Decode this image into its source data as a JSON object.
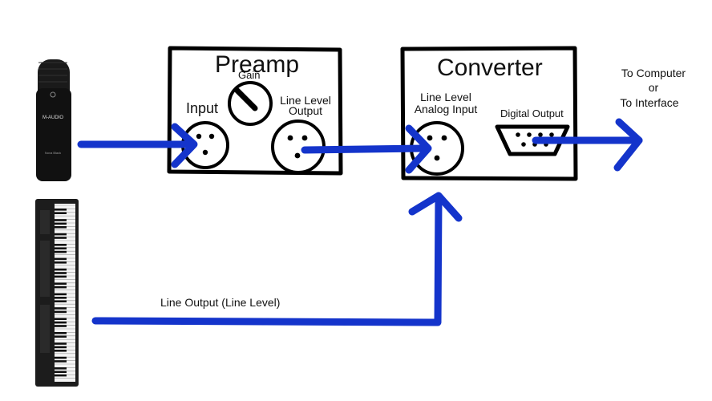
{
  "colors": {
    "arrow": "#1434cb",
    "ink": "#111111",
    "background": "#ffffff"
  },
  "devices": {
    "microphone": {
      "name": "microphone-icon",
      "brand": "M-AUDIO",
      "model": "Nova Black"
    },
    "keyboard": {
      "name": "midi-keyboard-icon"
    }
  },
  "preamp": {
    "title": "Preamp",
    "gain_label": "Gain",
    "input_label": "Input",
    "output_label_line1": "Line Level",
    "output_label_line2": "Output"
  },
  "converter": {
    "title": "Converter",
    "input_label_line1": "Line Level",
    "input_label_line2": "Analog Input",
    "digital_output_label": "Digital Output"
  },
  "destination": {
    "line1": "To Computer",
    "line2": "or",
    "line3": "To Interface"
  },
  "keyboard_path_label": "Line Output (Line Level)"
}
